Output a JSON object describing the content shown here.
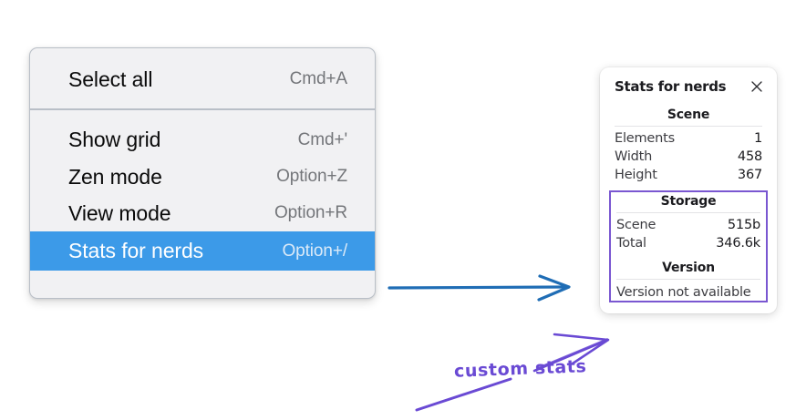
{
  "context_menu": {
    "name": "canvas-context-menu",
    "sections": [
      {
        "items": [
          {
            "label": "Select all",
            "accel": "Cmd+A",
            "highlighted": false
          }
        ]
      },
      {
        "items": [
          {
            "label": "Show grid",
            "accel": "Cmd+'",
            "highlighted": false
          },
          {
            "label": "Zen mode",
            "accel": "Option+Z",
            "highlighted": false
          },
          {
            "label": "View mode",
            "accel": "Option+R",
            "highlighted": false
          },
          {
            "label": "Stats for nerds",
            "accel": "Option+/",
            "highlighted": true
          }
        ]
      }
    ]
  },
  "stats_panel": {
    "title": "Stats for nerds",
    "close_icon": "close-icon",
    "scene": {
      "heading": "Scene",
      "rows": [
        {
          "label": "Elements",
          "value": "1"
        },
        {
          "label": "Width",
          "value": "458"
        },
        {
          "label": "Height",
          "value": "367"
        }
      ]
    },
    "storage": {
      "heading": "Storage",
      "rows": [
        {
          "label": "Scene",
          "value": "515b"
        },
        {
          "label": "Total",
          "value": "346.6k"
        }
      ]
    },
    "version": {
      "heading": "Version",
      "text": "Version not available"
    }
  },
  "annotations": {
    "custom_stats_label": "custom stats",
    "blue_arrow_color": "#1f6db5",
    "purple_color": "#6a4ad4",
    "highlight_color": "#3c9ae8"
  }
}
